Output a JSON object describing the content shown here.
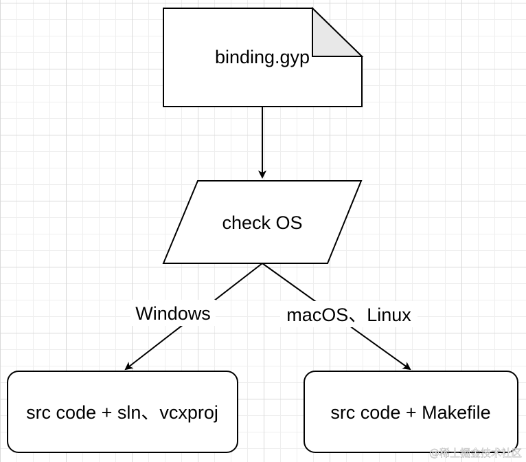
{
  "diagram": {
    "nodes": {
      "binding": {
        "label": "binding.gyp",
        "shape": "document"
      },
      "check_os": {
        "label": "check OS",
        "shape": "parallelogram"
      },
      "windows_out": {
        "label": "src code + sln、vcxproj",
        "shape": "rounded-rect"
      },
      "unix_out": {
        "label": "src code + Makefile",
        "shape": "rounded-rect"
      }
    },
    "edges": [
      {
        "from": "binding",
        "to": "check_os",
        "label": ""
      },
      {
        "from": "check_os",
        "to": "windows_out",
        "label": "Windows"
      },
      {
        "from": "check_os",
        "to": "unix_out",
        "label": "macOS、Linux"
      }
    ]
  },
  "watermark": "@稀土掘金技术社区",
  "colors": {
    "stroke": "#000000",
    "fold_fill": "#e8e8e8",
    "grid_major": "#d9d9d9",
    "grid_minor": "#eeeeee"
  }
}
